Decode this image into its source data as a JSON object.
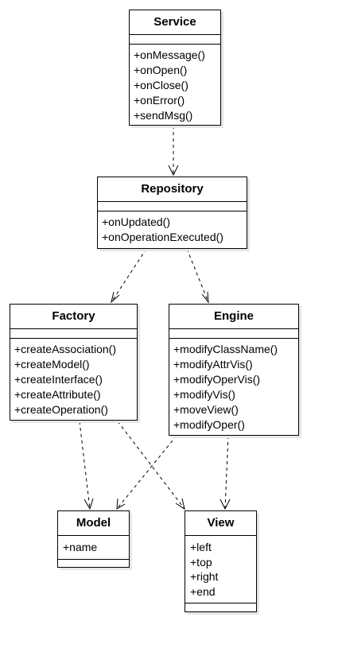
{
  "classes": {
    "service": {
      "name": "Service",
      "methods": [
        "+onMessage()",
        "+onOpen()",
        "+onClose()",
        "+onError()",
        "+sendMsg()"
      ]
    },
    "repository": {
      "name": "Repository",
      "methods": [
        "+onUpdated()",
        "+onOperationExecuted()"
      ]
    },
    "factory": {
      "name": "Factory",
      "methods": [
        "+createAssociation()",
        "+createModel()",
        "+createInterface()",
        "+createAttribute()",
        "+createOperation()"
      ]
    },
    "engine": {
      "name": "Engine",
      "methods": [
        "+modifyClassName()",
        "+modifyAttrVis()",
        "+modifyOperVis()",
        "+modifyVis()",
        "+moveView()",
        "+modifyOper()"
      ]
    },
    "model": {
      "name": "Model",
      "attributes": [
        "+name"
      ]
    },
    "view": {
      "name": "View",
      "attributes": [
        "+left",
        "+top",
        "+right",
        "+end"
      ]
    }
  },
  "dependencies": [
    {
      "from": "Service",
      "to": "Repository"
    },
    {
      "from": "Repository",
      "to": "Factory"
    },
    {
      "from": "Repository",
      "to": "Engine"
    },
    {
      "from": "Factory",
      "to": "Model"
    },
    {
      "from": "Factory",
      "to": "View"
    },
    {
      "from": "Engine",
      "to": "Model"
    },
    {
      "from": "Engine",
      "to": "View"
    }
  ],
  "colors": {
    "line": "#000000",
    "shadow": "#e6e6e6",
    "background": "#ffffff"
  }
}
